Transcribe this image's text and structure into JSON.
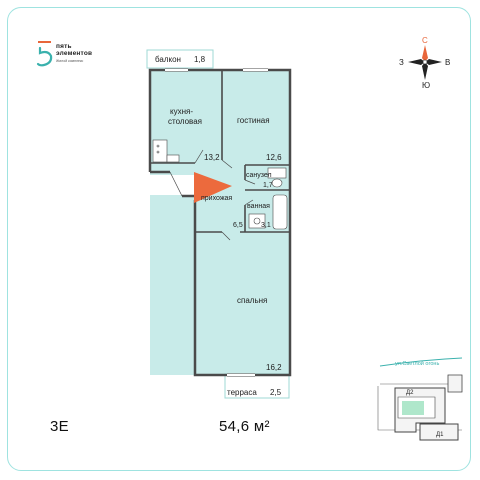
{
  "brand": {
    "name_line1": "пять",
    "name_line2": "элементов",
    "subtitle": "Жилой комплекс",
    "accent_color": "#e8663b",
    "logo_color": "#3ab1ad"
  },
  "compass": {
    "north": "С",
    "south": "Ю",
    "west": "З",
    "east": "В",
    "north_color": "#e8663b"
  },
  "rooms": [
    {
      "id": "balcony",
      "label": "балкон",
      "area": "1,8"
    },
    {
      "id": "kitchen",
      "label_line1": "кухня-",
      "label_line2": "столовая",
      "area": "13,2"
    },
    {
      "id": "living",
      "label": "гостиная",
      "area": "12,6"
    },
    {
      "id": "wc",
      "label": "санузел",
      "area": "1,7"
    },
    {
      "id": "hall",
      "label": "прихожая",
      "area": "6,5"
    },
    {
      "id": "bath",
      "label": "ванная",
      "area": "3,1"
    },
    {
      "id": "bedroom",
      "label": "спальня",
      "area": "16,2"
    },
    {
      "id": "terrace",
      "label": "терраса",
      "area": "2,5"
    }
  ],
  "unit_type": "3E",
  "total_area": "54,6 м²",
  "site_plan": {
    "top_label": "ул.Светлой огонь",
    "building_d2": "Д2",
    "building_d1": "Д1"
  },
  "colors": {
    "room_fill": "#c8ebe9",
    "wall": "#4a4a4a",
    "entrance": "#ec6a3d"
  }
}
